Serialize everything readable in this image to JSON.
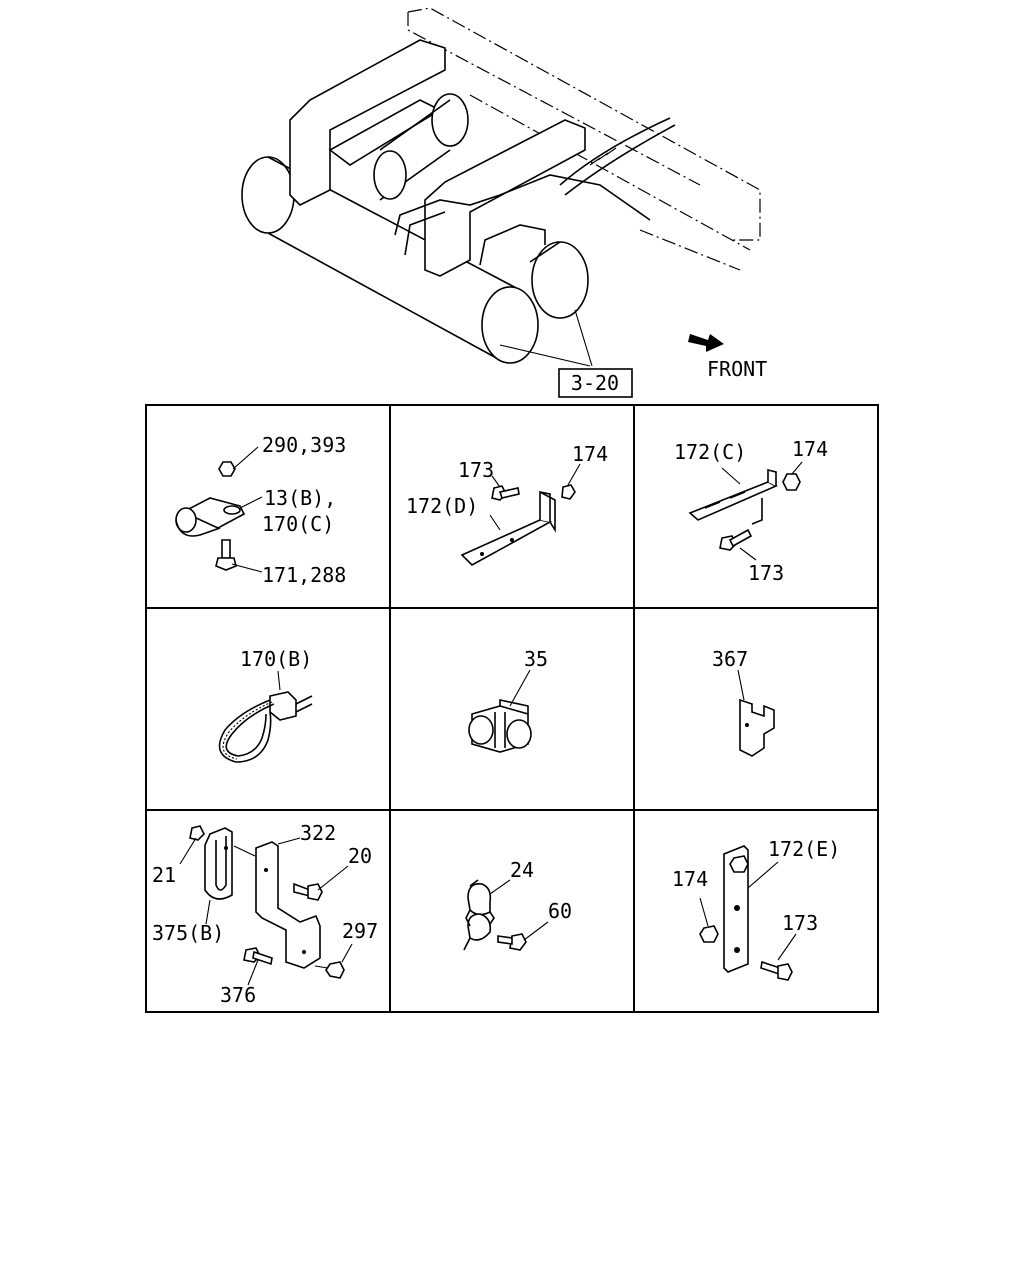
{
  "overview": {
    "ref_box": "3-20",
    "direction": "FRONT"
  },
  "cells": [
    {
      "id": "clip-assembly",
      "labels": [
        "290,393",
        "13(B),",
        "170(C)",
        "171,288"
      ]
    },
    {
      "id": "bracket-d",
      "labels": [
        "173",
        "174",
        "172(D)"
      ]
    },
    {
      "id": "bracket-c",
      "labels": [
        "172(C)",
        "174",
        "173"
      ]
    },
    {
      "id": "cable-tie",
      "labels": [
        "170(B)"
      ]
    },
    {
      "id": "double-clip",
      "labels": [
        "35"
      ]
    },
    {
      "id": "bracket-367",
      "labels": [
        "367"
      ]
    },
    {
      "id": "hanger-assembly",
      "labels": [
        "322",
        "20",
        "21",
        "375(B)",
        "297",
        "376"
      ]
    },
    {
      "id": "pipe-clip",
      "labels": [
        "24",
        "60"
      ]
    },
    {
      "id": "bracket-e",
      "labels": [
        "172(E)",
        "174",
        "173"
      ]
    }
  ]
}
